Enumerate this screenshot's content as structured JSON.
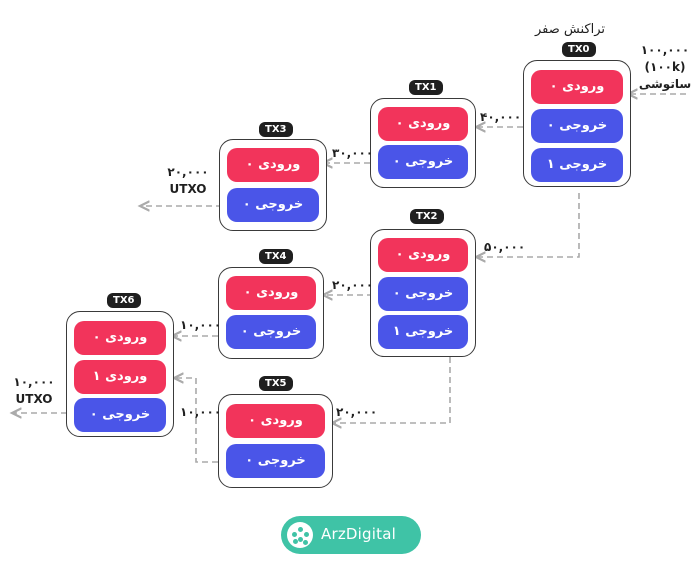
{
  "header": {
    "title": "تراکنش صفر"
  },
  "source": {
    "amount": "۱۰۰,۰۰۰",
    "amount_k": "(۱۰۰k)",
    "unit": "ساتوشی"
  },
  "transactions": {
    "tx0": {
      "tag": "TX0",
      "rows": [
        "ورودی ۰",
        "خروجی ۰",
        "خروجی ۱"
      ]
    },
    "tx1": {
      "tag": "TX1",
      "rows": [
        "ورودی ۰",
        "خروجی ۰"
      ]
    },
    "tx2": {
      "tag": "TX2",
      "rows": [
        "ورودی ۰",
        "خروجی ۰",
        "خروجی ۱"
      ]
    },
    "tx3": {
      "tag": "TX3",
      "rows": [
        "ورودی ۰",
        "خروجی ۰"
      ]
    },
    "tx4": {
      "tag": "TX4",
      "rows": [
        "ورودی ۰",
        "خروجی ۰"
      ]
    },
    "tx5": {
      "tag": "TX5",
      "rows": [
        "ورودی ۰",
        "خروجی ۰"
      ]
    },
    "tx6": {
      "tag": "TX6",
      "rows": [
        "ورودی ۰",
        "ورودی ۱",
        "خروجی ۰"
      ]
    }
  },
  "edge_labels": {
    "tx0_tx1": "۴۰,۰۰۰",
    "tx0_tx2": "۵۰,۰۰۰",
    "tx1_tx3": "۳۰,۰۰۰",
    "tx2_tx4": "۲۰,۰۰۰",
    "tx2_tx5": "۲۰,۰۰۰",
    "tx4_tx6": "۱۰,۰۰۰",
    "tx5_tx6": "۱۰,۰۰۰"
  },
  "utxo": {
    "tx3": {
      "amount": "۲۰,۰۰۰",
      "label": "UTXO"
    },
    "tx6": {
      "amount": "۱۰,۰۰۰",
      "label": "UTXO"
    }
  },
  "logo": {
    "text": "ArzDigital"
  },
  "colors": {
    "input": "#f2345b",
    "output": "#4a55e8",
    "line": "#aaaaaa",
    "brand": "#3fc3a6"
  }
}
